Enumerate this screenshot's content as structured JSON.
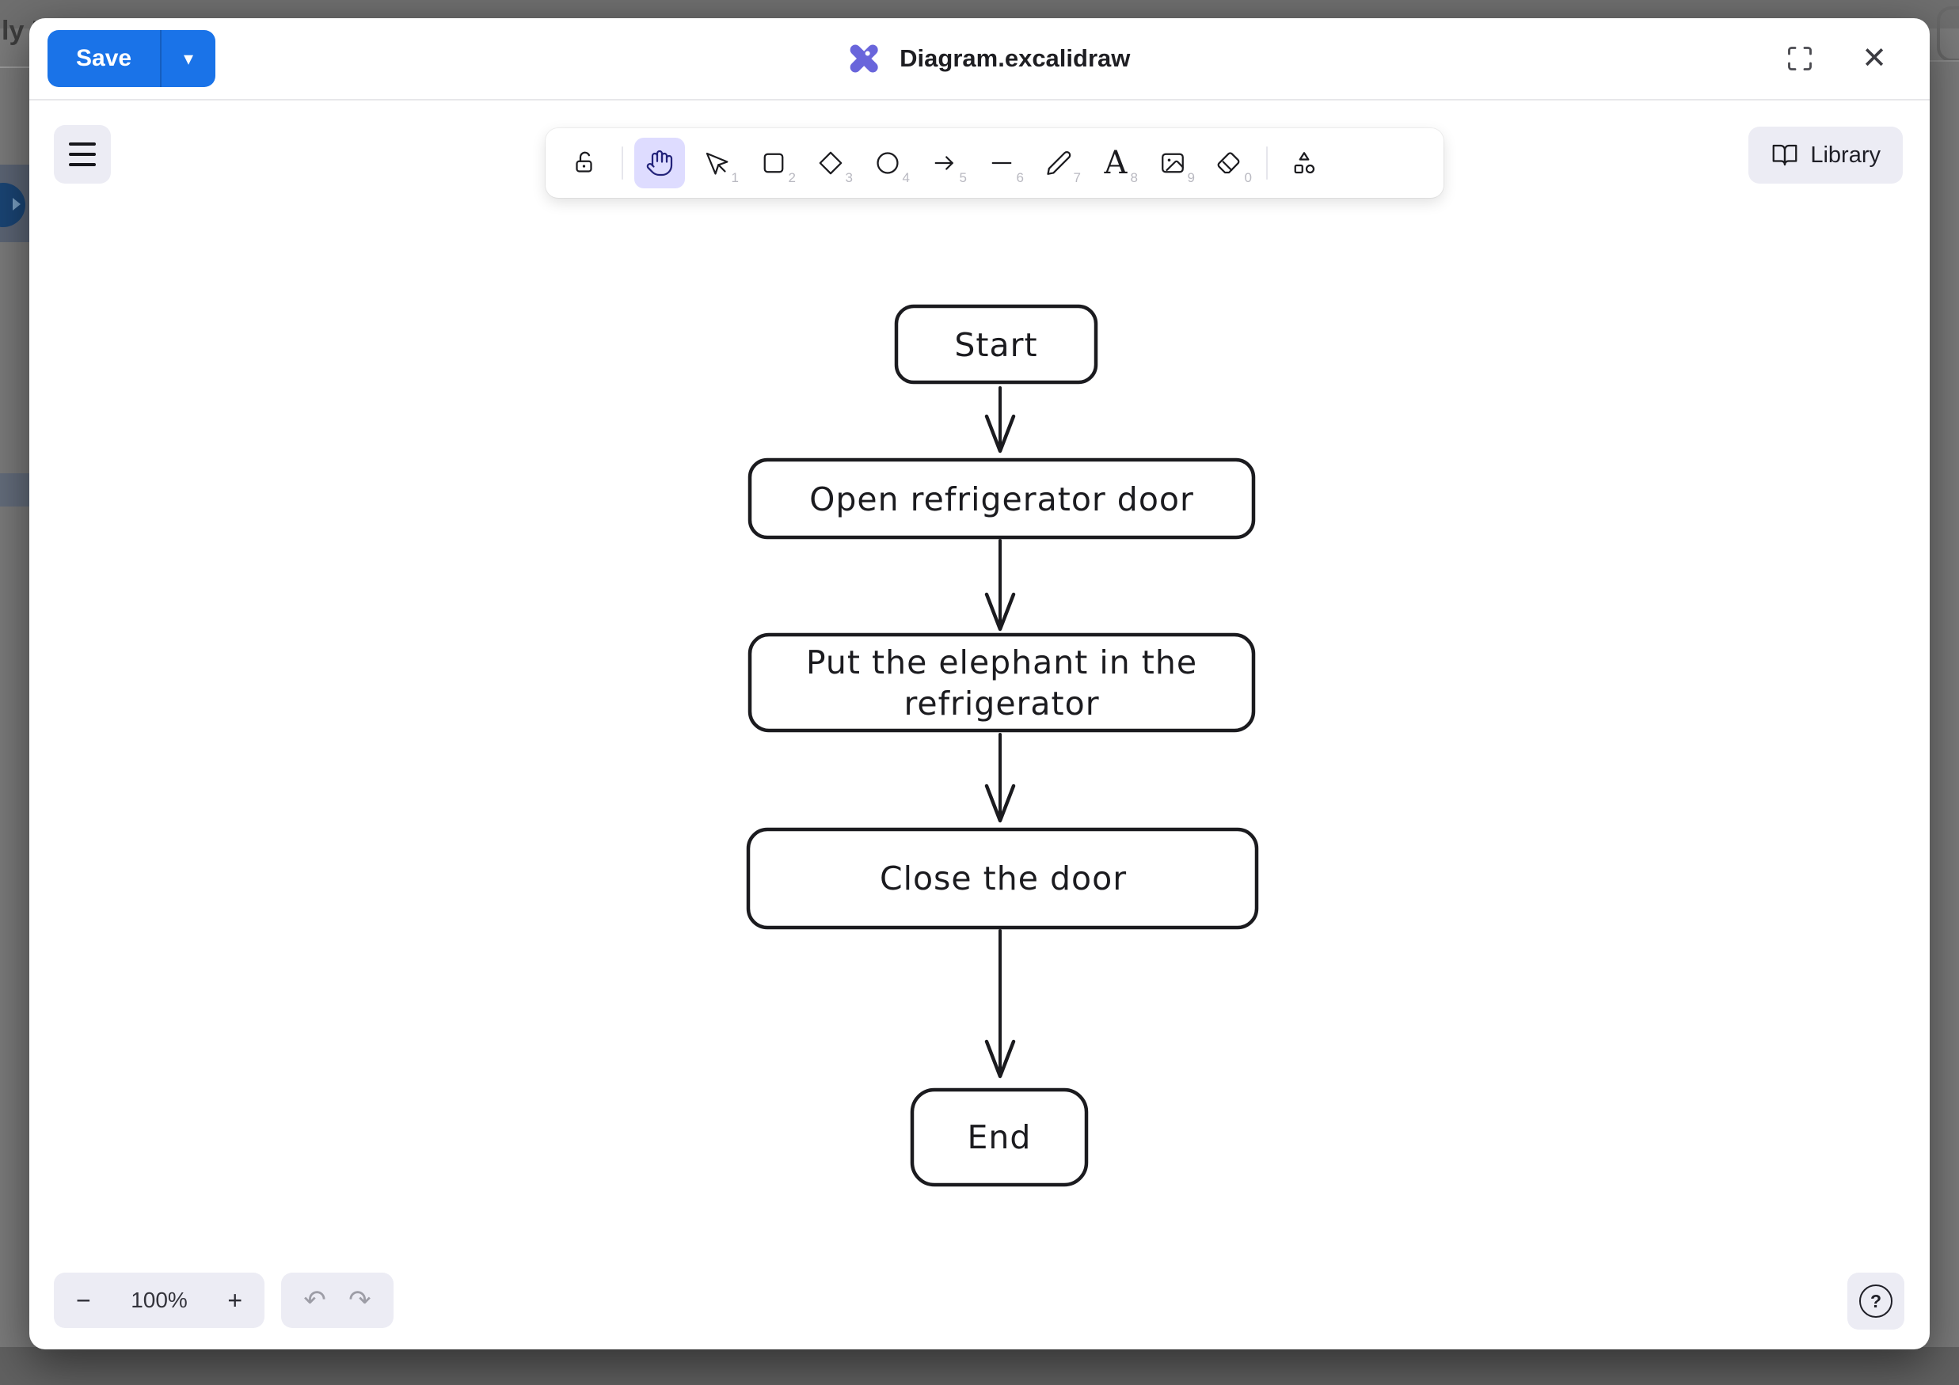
{
  "overlay": {
    "partial_text": "ly F"
  },
  "header": {
    "save_label": "Save",
    "title": "Diagram.excalidraw"
  },
  "icons": {
    "caret_down": "▾",
    "close": "✕",
    "undo": "↶",
    "redo": "↷",
    "help": "?",
    "text_tool_glyph": "A",
    "zoom_out": "−",
    "zoom_in": "+"
  },
  "toolbar": {
    "tools": [
      {
        "name": "lock",
        "shortcut": "",
        "selected": false
      },
      {
        "name": "hand",
        "shortcut": "",
        "selected": true
      },
      {
        "name": "selection",
        "shortcut": "1",
        "selected": false
      },
      {
        "name": "rectangle",
        "shortcut": "2",
        "selected": false
      },
      {
        "name": "diamond",
        "shortcut": "3",
        "selected": false
      },
      {
        "name": "ellipse",
        "shortcut": "4",
        "selected": false
      },
      {
        "name": "arrow",
        "shortcut": "5",
        "selected": false
      },
      {
        "name": "line",
        "shortcut": "6",
        "selected": false
      },
      {
        "name": "draw",
        "shortcut": "7",
        "selected": false
      },
      {
        "name": "text",
        "shortcut": "8",
        "selected": false
      },
      {
        "name": "image",
        "shortcut": "9",
        "selected": false
      },
      {
        "name": "eraser",
        "shortcut": "0",
        "selected": false
      },
      {
        "name": "more-shapes",
        "shortcut": "",
        "selected": false
      }
    ],
    "library_label": "Library"
  },
  "canvas": {
    "type": "flowchart",
    "nodes": [
      {
        "id": "start",
        "label": "Start"
      },
      {
        "id": "open",
        "label": "Open refrigerator door"
      },
      {
        "id": "put",
        "lines": [
          "Put the elephant in the",
          "refrigerator"
        ]
      },
      {
        "id": "close",
        "label": "Close the door"
      },
      {
        "id": "end",
        "label": "End"
      }
    ],
    "edges": [
      {
        "from": "start",
        "to": "open"
      },
      {
        "from": "open",
        "to": "put"
      },
      {
        "from": "put",
        "to": "close"
      },
      {
        "from": "close",
        "to": "end"
      }
    ]
  },
  "footer": {
    "zoom_level": "100%"
  },
  "colors": {
    "accent": "#1a73e8",
    "logo": "#6965db",
    "selected_tool_bg": "#dedcff",
    "island_bg": "#ececf4",
    "canvas_stroke": "#1b1b1f"
  }
}
